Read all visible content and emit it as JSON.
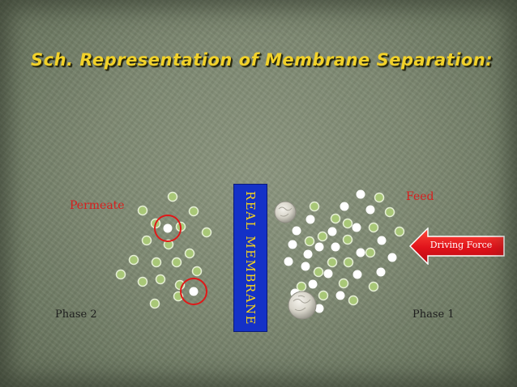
{
  "title": "Sch. Representation of Membrane Separation:",
  "labels": {
    "permeate": "Permeate",
    "feed": "Feed",
    "phase2": "Phase 2",
    "phase1": "Phase 1"
  },
  "membrane": {
    "label": "REAL MEMBRANE",
    "color": "#1431c7",
    "text_color": "#f4d21e"
  },
  "driving_force": {
    "label": "Driving Force",
    "color": "#e0121a"
  },
  "colors": {
    "title": "#f2d22a",
    "label_red": "#d81e1e",
    "small_particle_fill": "#a8c777",
    "large_particle_fill": "#ffffff",
    "highlight_ring": "#e01818"
  }
}
